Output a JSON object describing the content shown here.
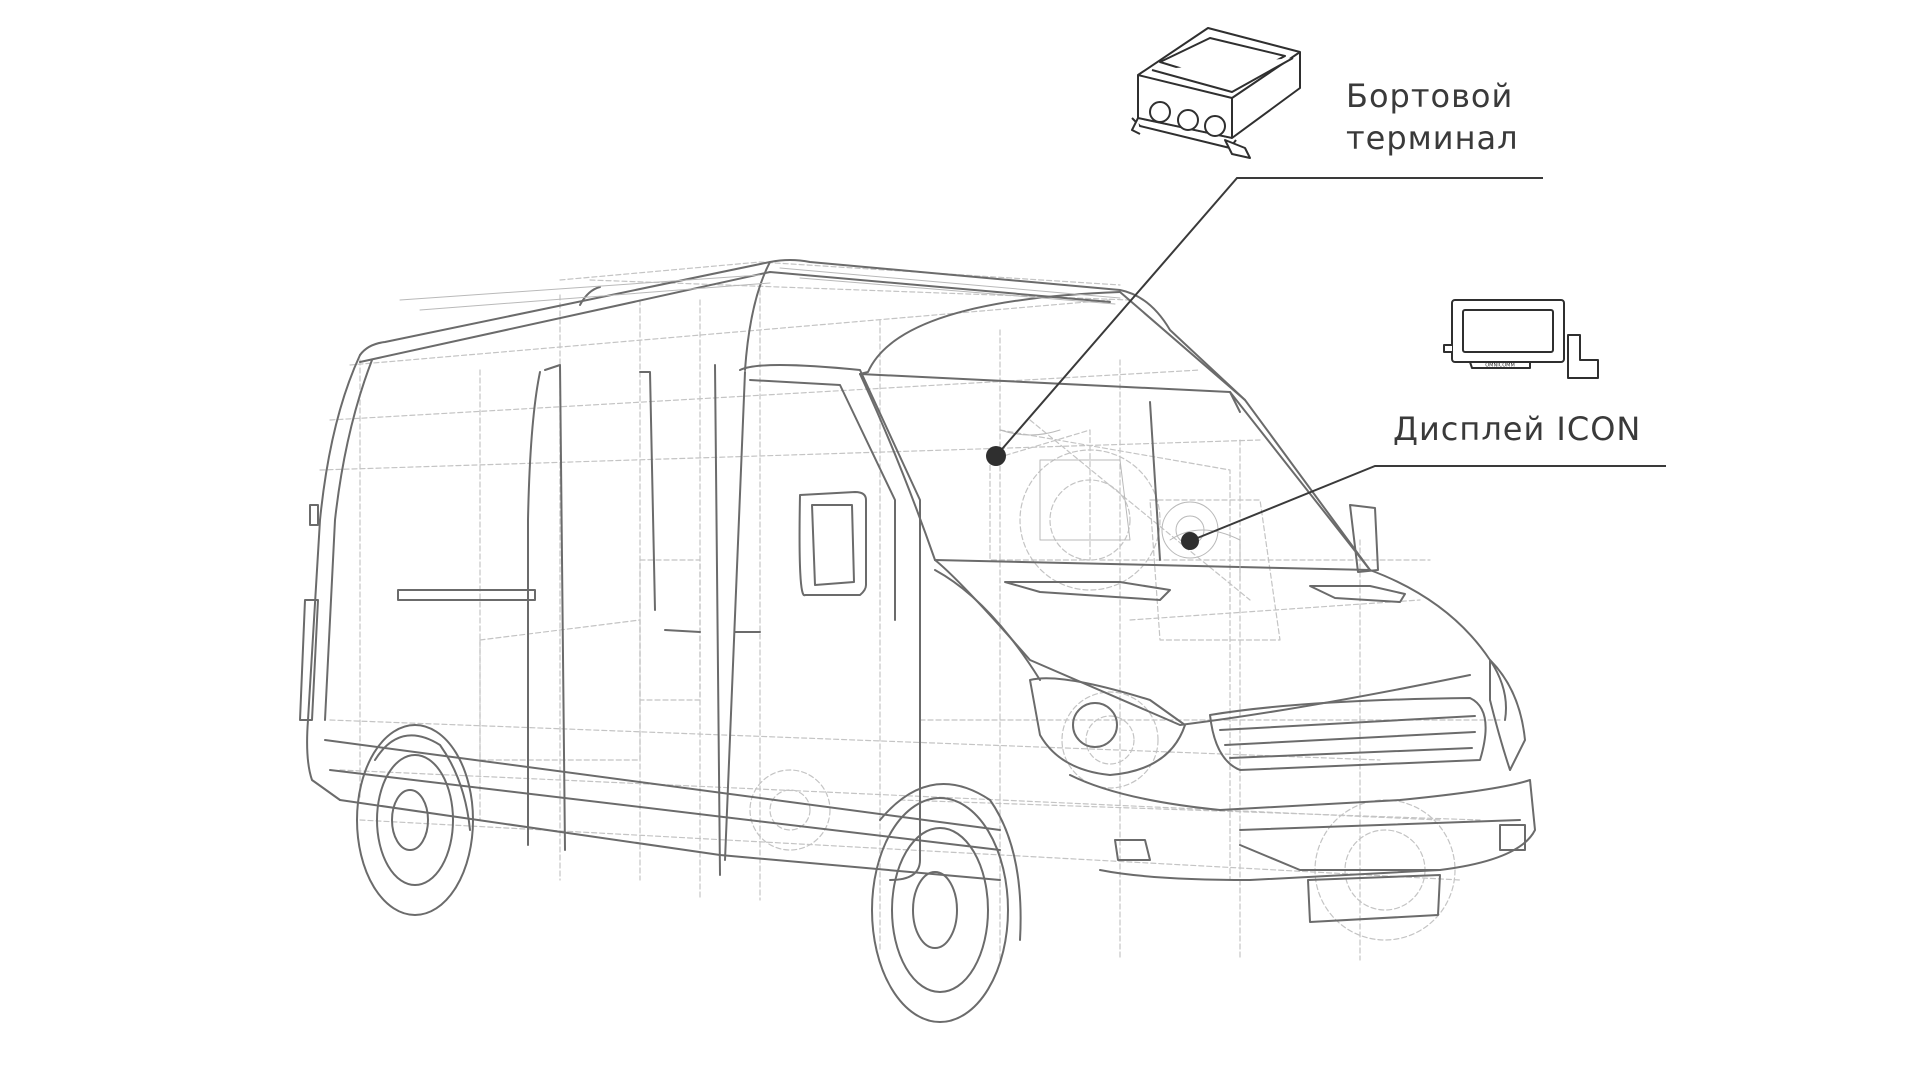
{
  "callouts": {
    "terminal": {
      "line1": "Бортовой",
      "line2": "терминал"
    },
    "display": {
      "label": "Дисплей ICON",
      "brand_text": "OMNICOMM"
    }
  },
  "colors": {
    "outline": "#6b6b6b",
    "faint": "#b9b9b9",
    "leader": "#3a3a3a",
    "marker": "#2f2f2f",
    "text": "#3a3a3a"
  }
}
